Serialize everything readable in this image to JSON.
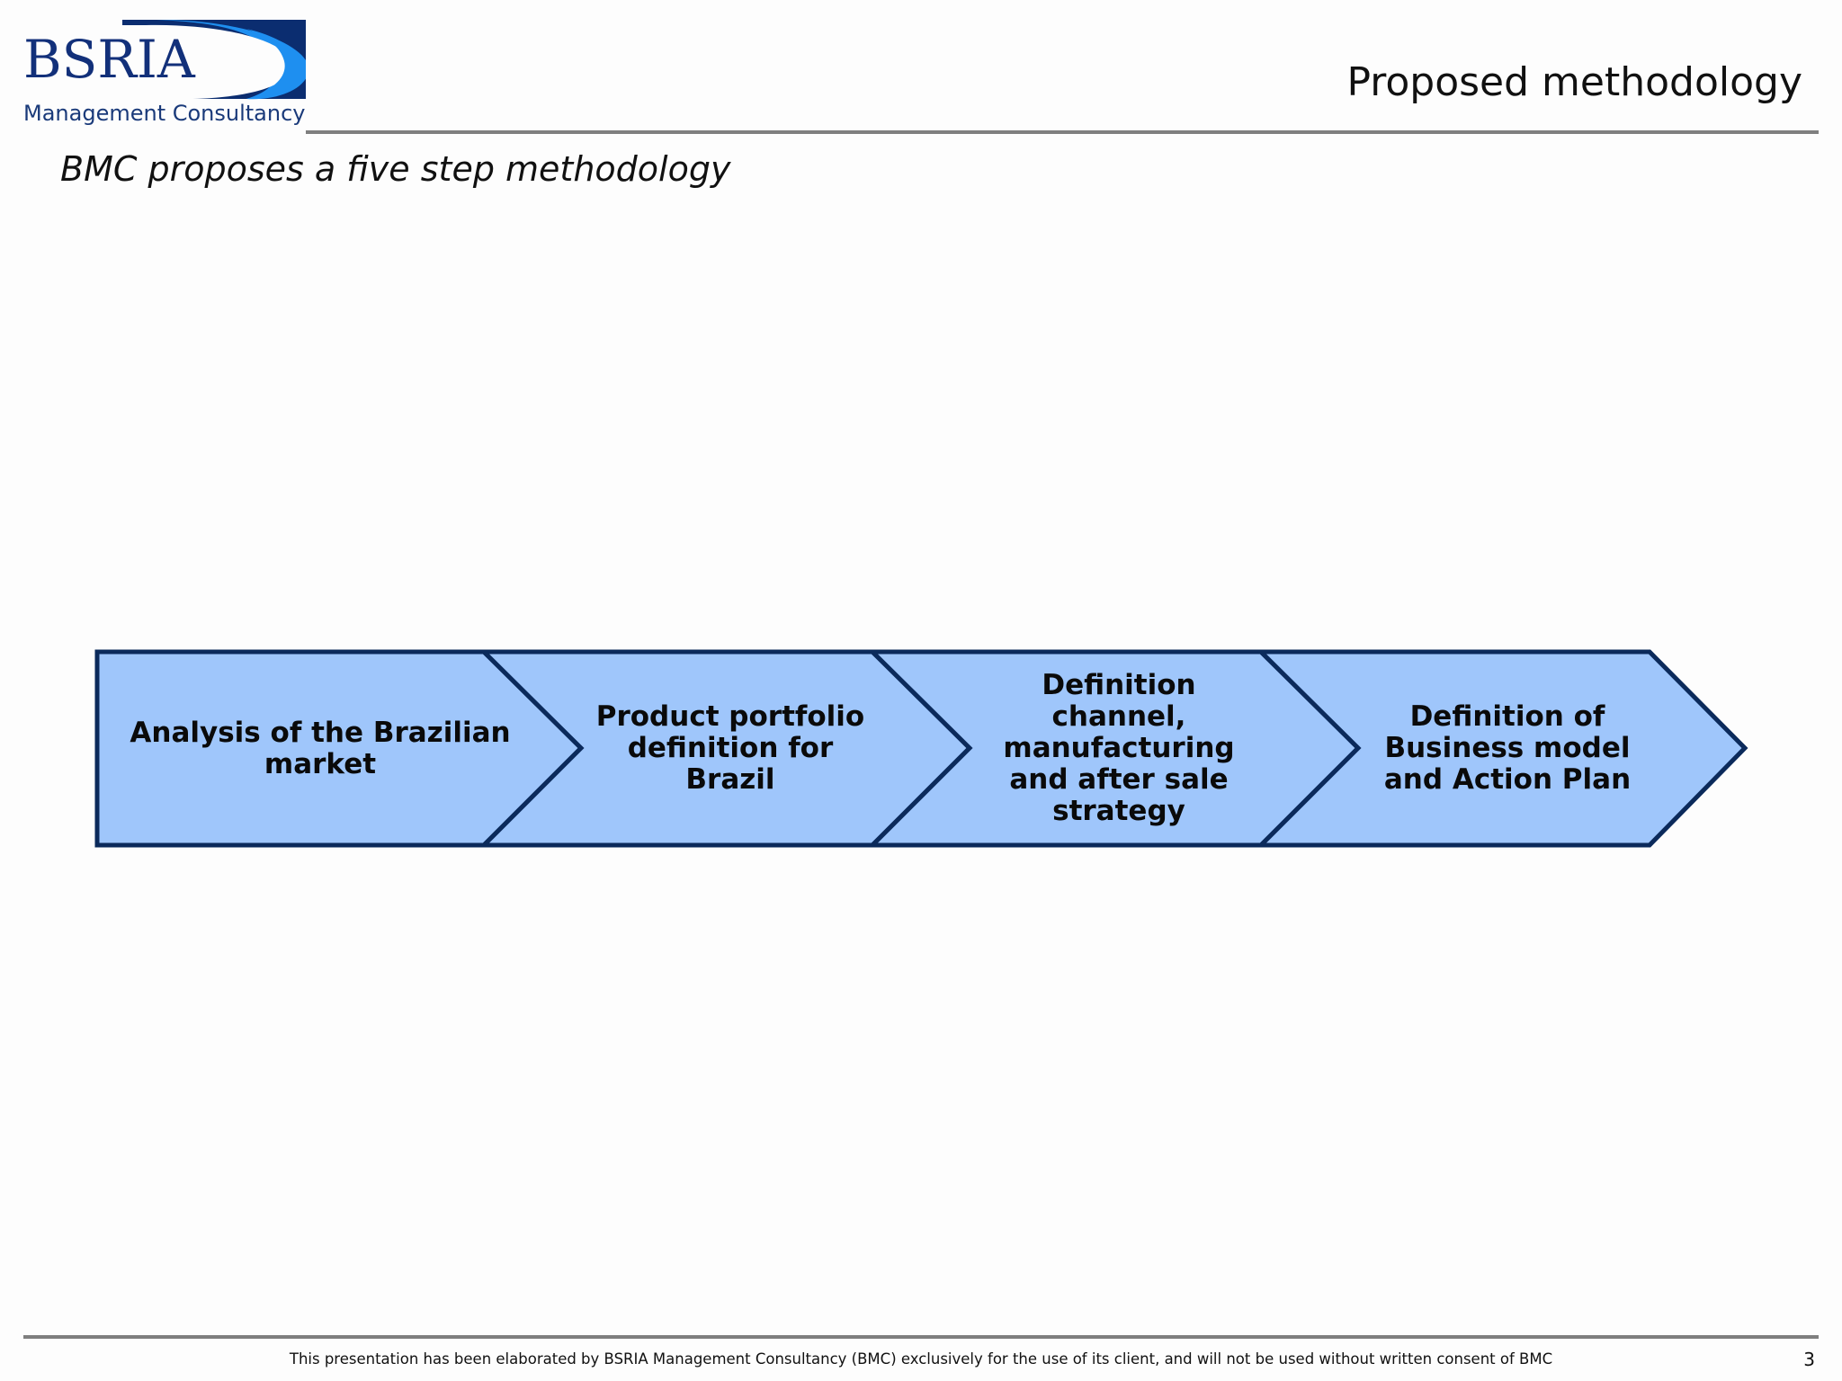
{
  "logo": {
    "name": "BSRIA",
    "subtitle": "Management Consultancy"
  },
  "header": {
    "title": "Proposed methodology"
  },
  "subtitle": "BMC proposes a five step methodology",
  "diagram": {
    "steps": [
      {
        "label": "Analysis of the  Brazilian\nmarket"
      },
      {
        "label": "Product portfolio\ndefinition for\nBrazil"
      },
      {
        "label": "Definition\nchannel,\nmanufacturing\nand after sale\nstrategy"
      },
      {
        "label": "Definition of\nBusiness model\nand Action Plan"
      }
    ],
    "fill_color": "#9fc6fb",
    "stroke_color": "#0b2a5b"
  },
  "footer": {
    "note": "This presentation has been elaborated by BSRIA Management Consultancy (BMC) exclusively for the use of its client, and will not be used without written consent of BMC",
    "page_number": "3"
  }
}
